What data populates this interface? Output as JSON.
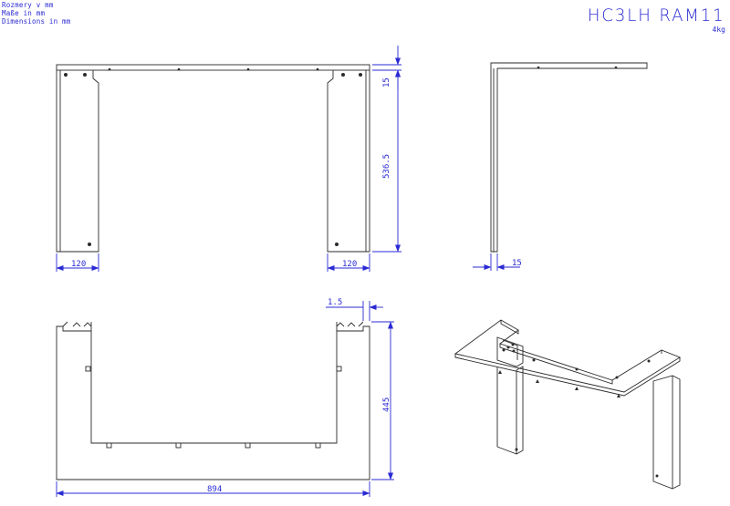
{
  "header": {
    "units_cs": "Rozmery v mm",
    "units_de": "Maße in mm",
    "units_en": "Dimensions in mm",
    "part_code": "HC3LH RAM11",
    "weight": "4kg"
  },
  "dimensions": {
    "front_top_thickness": "15",
    "front_height": "536.5",
    "front_leg_width_left": "120",
    "front_leg_width_right": "120",
    "side_thickness": "15",
    "top_sheet_thickness": "1.5",
    "top_depth": "445",
    "top_width": "894"
  },
  "colors": {
    "dimension": "#2a2ad4",
    "outline": "#2b2b2b",
    "background": "#ffffff"
  }
}
